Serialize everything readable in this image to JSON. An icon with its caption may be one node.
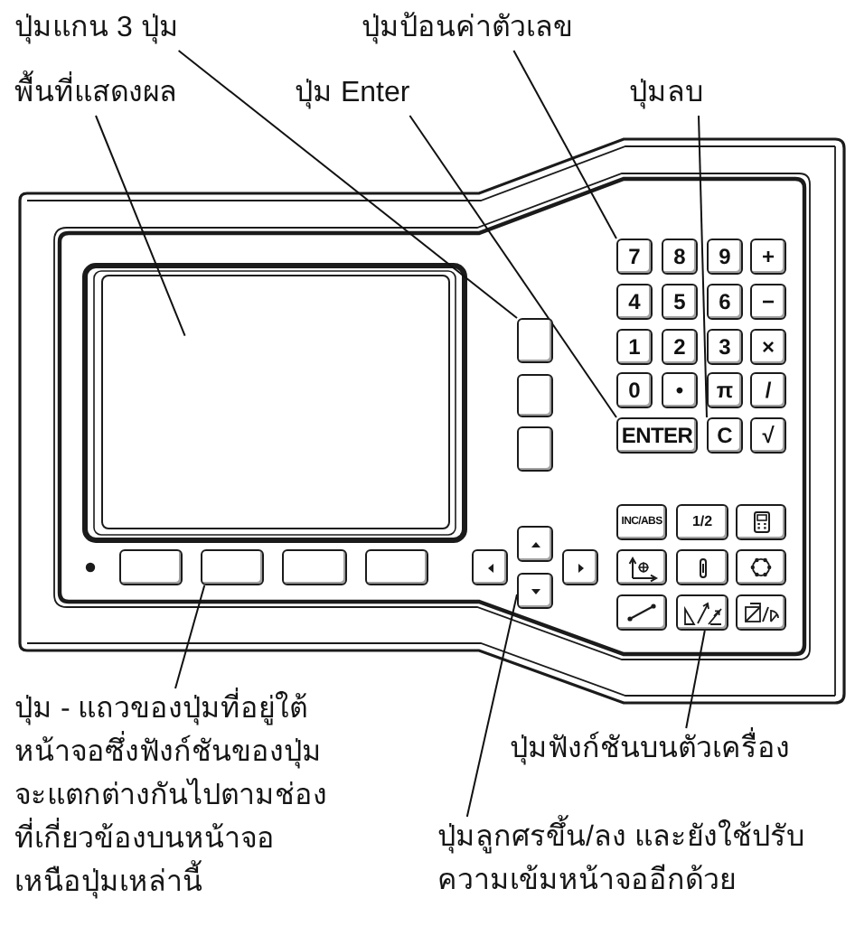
{
  "diagram": {
    "nodes": [
      {
        "text": [
          "ปุ่มแกน 3 ปุ่ม"
        ]
      },
      {
        "text": [
          "ปุ่มป้อนค่าตัวเลข"
        ]
      },
      {
        "text": [
          "พื้นที่แสดงผล"
        ]
      },
      {
        "text": [
          "ปุ่ม Enter"
        ]
      },
      {
        "text": [
          "ปุ่มลบ"
        ]
      },
      {
        "text": [],
        "shape": "box"
      },
      {
        "text": [],
        "shape": "box"
      },
      {
        "text": [],
        "shape": "box"
      },
      {
        "text": [],
        "shape": "box"
      },
      {
        "text": [
          "7"
        ]
      },
      {
        "text": [
          "8"
        ]
      },
      {
        "text": [
          "9"
        ]
      },
      {
        "text": [
          "+"
        ]
      },
      {
        "text": [
          "4"
        ]
      },
      {
        "text": [
          "5"
        ]
      },
      {
        "text": [
          "6"
        ]
      },
      {
        "text": [
          "−"
        ]
      },
      {
        "text": [
          "1"
        ]
      },
      {
        "text": [
          "2"
        ]
      },
      {
        "text": [
          "3"
        ]
      },
      {
        "text": [
          "×"
        ]
      },
      {
        "text": [
          "0"
        ]
      },
      {
        "text": [
          "•"
        ]
      },
      {
        "text": [
          "π"
        ]
      },
      {
        "text": [
          "/"
        ]
      },
      {
        "text": [
          "ENTER"
        ]
      },
      {
        "text": [
          "C"
        ]
      },
      {
        "text": [
          "√"
        ]
      },
      {
        "text": [
          "INC/ABS"
        ]
      },
      {
        "text": [
          "1/2"
        ]
      },
      {
        "text": [],
        "shape": "box"
      },
      {
        "text": [],
        "shape": "box"
      },
      {
        "text": [],
        "shape": "box"
      },
      {
        "text": [],
        "shape": "box"
      },
      {
        "text": [],
        "shape": "box"
      },
      {
        "text": [],
        "shape": "box"
      },
      {
        "text": [],
        "shape": "box"
      },
      {
        "text": [],
        "shape": "box"
      },
      {
        "text": [],
        "shape": "box"
      },
      {
        "text": [],
        "shape": "box"
      },
      {
        "text": [],
        "shape": "box"
      },
      {
        "text": [],
        "shape": "box"
      },
      {
        "text": [],
        "shape": "box"
      },
      {
        "text": [],
        "shape": "box"
      },
      {
        "text": [],
        "shape": "box"
      },
      {
        "text": [
          "ปุ่ม - แถวของปุ่มที่อยู่ใต้หน้าจอซึ่งฟังก์ชันของปุ่มจะแตกต่างกันไปตามช่องที่เกี่ยวข้องบนหน้าจอเหนือปุ่มเหล่านี้"
        ]
      },
      {
        "text": [
          "ปุ่มฟังก์ชันบนตัวเครื่อง"
        ]
      },
      {
        "text": [
          "ปุ่มลูกศรขึ้น/ลง และยังใช้ปรับความเข้มหน้าจออีกด้วย"
        ]
      }
    ],
    "edges": [
      {
        "from": 0,
        "to": 6,
        "arrow": "none"
      },
      {
        "from": 1,
        "to": 9,
        "arrow": "none"
      },
      {
        "from": 2,
        "to": 5,
        "arrow": "none"
      },
      {
        "from": 3,
        "to": 25,
        "arrow": "none"
      },
      {
        "from": 4,
        "to": 26,
        "arrow": "none"
      },
      {
        "from": 45,
        "to": 38,
        "arrow": "none"
      },
      {
        "from": 46,
        "to": 35,
        "arrow": "none"
      },
      {
        "from": 47,
        "to": 44,
        "arrow": "none"
      }
    ]
  }
}
